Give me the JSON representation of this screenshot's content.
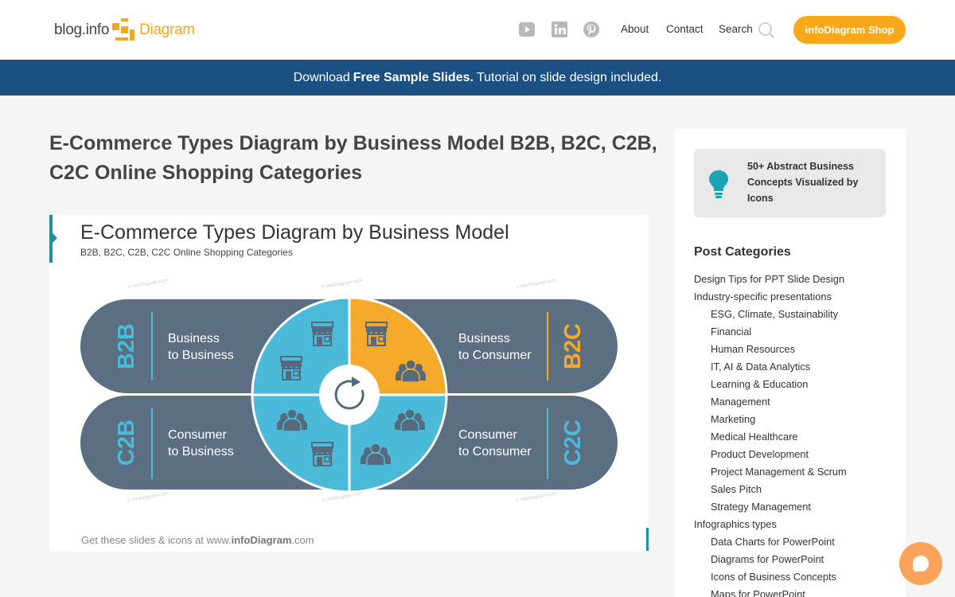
{
  "header": {
    "logo": {
      "part1": "blog.info",
      "part2": "Diagram"
    },
    "social": [
      "youtube-icon",
      "linkedin-icon",
      "pinterest-icon"
    ],
    "nav": [
      {
        "label": "About"
      },
      {
        "label": "Contact"
      },
      {
        "label": "Search"
      }
    ],
    "shop_button": "infoDiagram Shop"
  },
  "banner": {
    "prefix": "Download",
    "strong": "Free Sample Slides.",
    "suffix": "Tutorial on slide design included."
  },
  "post": {
    "title": "E-Commerce Types Diagram by Business Model B2B, B2C, C2B, C2C Online Shopping Categories"
  },
  "slide": {
    "title": "E-Commerce Types Diagram by Business Model",
    "subtitle": "B2B, B2C, C2B, C2C Online Shopping Categories",
    "footer_prefix": "Get these slides & icons at www.",
    "footer_brand": "infoDiagram",
    "footer_suffix": ".com",
    "watermark": "© infoDiagram.com",
    "quadrants": [
      {
        "code": "B2B",
        "line1": "Business",
        "line2": "to Business",
        "color": "#4bb9d8"
      },
      {
        "code": "B2C",
        "line1": "Business",
        "line2": "to Consumer",
        "color": "#f4a92a"
      },
      {
        "code": "C2B",
        "line1": "Consumer",
        "line2": "to Business",
        "color": "#4bb9d8"
      },
      {
        "code": "C2C",
        "line1": "Consumer",
        "line2": "to Consumer",
        "color": "#4bb9d8"
      }
    ],
    "pill_color": "#5c6e82"
  },
  "sidebar": {
    "promo": "50+ Abstract Business Concepts Visualized by Icons",
    "categories_heading": "Post Categories",
    "categories": [
      {
        "label": "Design Tips for PPT Slide Design",
        "level": 0
      },
      {
        "label": "Industry-specific presentations",
        "level": 0
      },
      {
        "label": "ESG, Climate, Sustainability",
        "level": 1
      },
      {
        "label": "Financial",
        "level": 1
      },
      {
        "label": "Human Resources",
        "level": 1
      },
      {
        "label": "IT, AI & Data Analytics",
        "level": 1
      },
      {
        "label": "Learning & Education",
        "level": 1
      },
      {
        "label": "Management",
        "level": 1
      },
      {
        "label": "Marketing",
        "level": 1
      },
      {
        "label": "Medical Healthcare",
        "level": 1
      },
      {
        "label": "Product Development",
        "level": 1
      },
      {
        "label": "Project Management & Scrum",
        "level": 1
      },
      {
        "label": "Sales Pitch",
        "level": 1
      },
      {
        "label": "Strategy Management",
        "level": 1
      },
      {
        "label": "Infographics types",
        "level": 0
      },
      {
        "label": "Data Charts for PowerPoint",
        "level": 1
      },
      {
        "label": "Diagrams for PowerPoint",
        "level": 1
      },
      {
        "label": "Icons of Business Concepts",
        "level": 1
      },
      {
        "label": "Maps for PowerPoint",
        "level": 1
      }
    ]
  }
}
